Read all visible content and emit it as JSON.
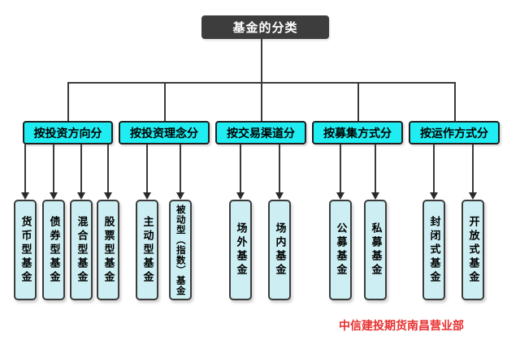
{
  "diagram": {
    "title": "基金的分类",
    "groups": [
      {
        "label": "按投资方向分",
        "leaves": [
          "货币型基金",
          "债券型基金",
          "混合型基金",
          "股票型基金"
        ]
      },
      {
        "label": "按投资理念分",
        "leaves": [
          "主动型基金",
          "被动型（指数）基金"
        ]
      },
      {
        "label": "按交易渠道分",
        "leaves": [
          "场外基金",
          "场内基金"
        ]
      },
      {
        "label": "按募集方式分",
        "leaves": [
          "公募基金",
          "私募基金"
        ]
      },
      {
        "label": "按运作方式分",
        "leaves": [
          "封闭式基金",
          "开放式基金"
        ]
      }
    ],
    "footer": "中信建投期货南昌营业部",
    "colors": {
      "root_bg": "#3d3d3d",
      "root_text": "#ffffff",
      "branch_bg": "#1fedf2",
      "leaf_bg": "#cdeff3",
      "line": "#3a3a3a",
      "footer_text": "#e82e2e"
    }
  }
}
